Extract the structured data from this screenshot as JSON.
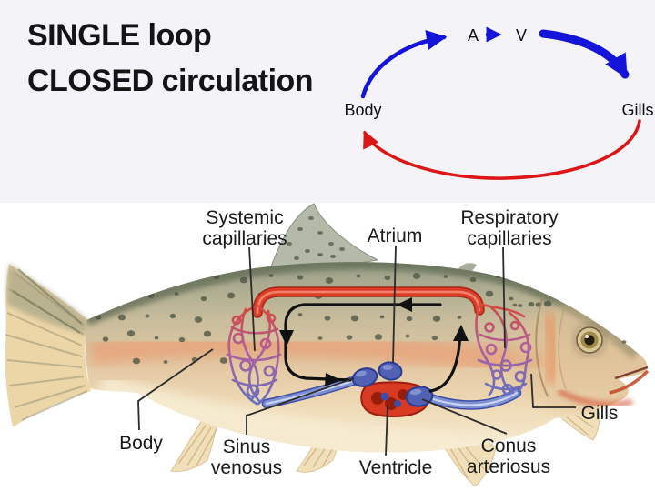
{
  "slide": {
    "title_line1": "SINGLE loop",
    "title_line2": "CLOSED circulation"
  },
  "loop_diagram": {
    "atrium_abbr": "A",
    "ventricle_abbr": "V",
    "body_label": "Body",
    "gills_label": "Gills",
    "deoxygenated_color": "#1515d9",
    "oxygenated_color": "#dd1515"
  },
  "fish_diagram": {
    "labels": {
      "systemic_capillaries": {
        "line1": "Systemic",
        "line2": "capillaries"
      },
      "atrium": "Atrium",
      "respiratory_capillaries": {
        "line1": "Respiratory",
        "line2": "capillaries"
      },
      "body": "Body",
      "sinus_venosus": {
        "line1": "Sinus",
        "line2": "venosus"
      },
      "ventricle": "Ventricle",
      "conus_arteriosus": {
        "line1": "Conus",
        "line2": "arteriosus"
      },
      "gills": "Gills"
    },
    "colors": {
      "artery_red": "#d93b26",
      "vein_blue": "#7f90d2",
      "capillary_purple": "#b25f9e",
      "flow_arrow": "#111111"
    }
  }
}
